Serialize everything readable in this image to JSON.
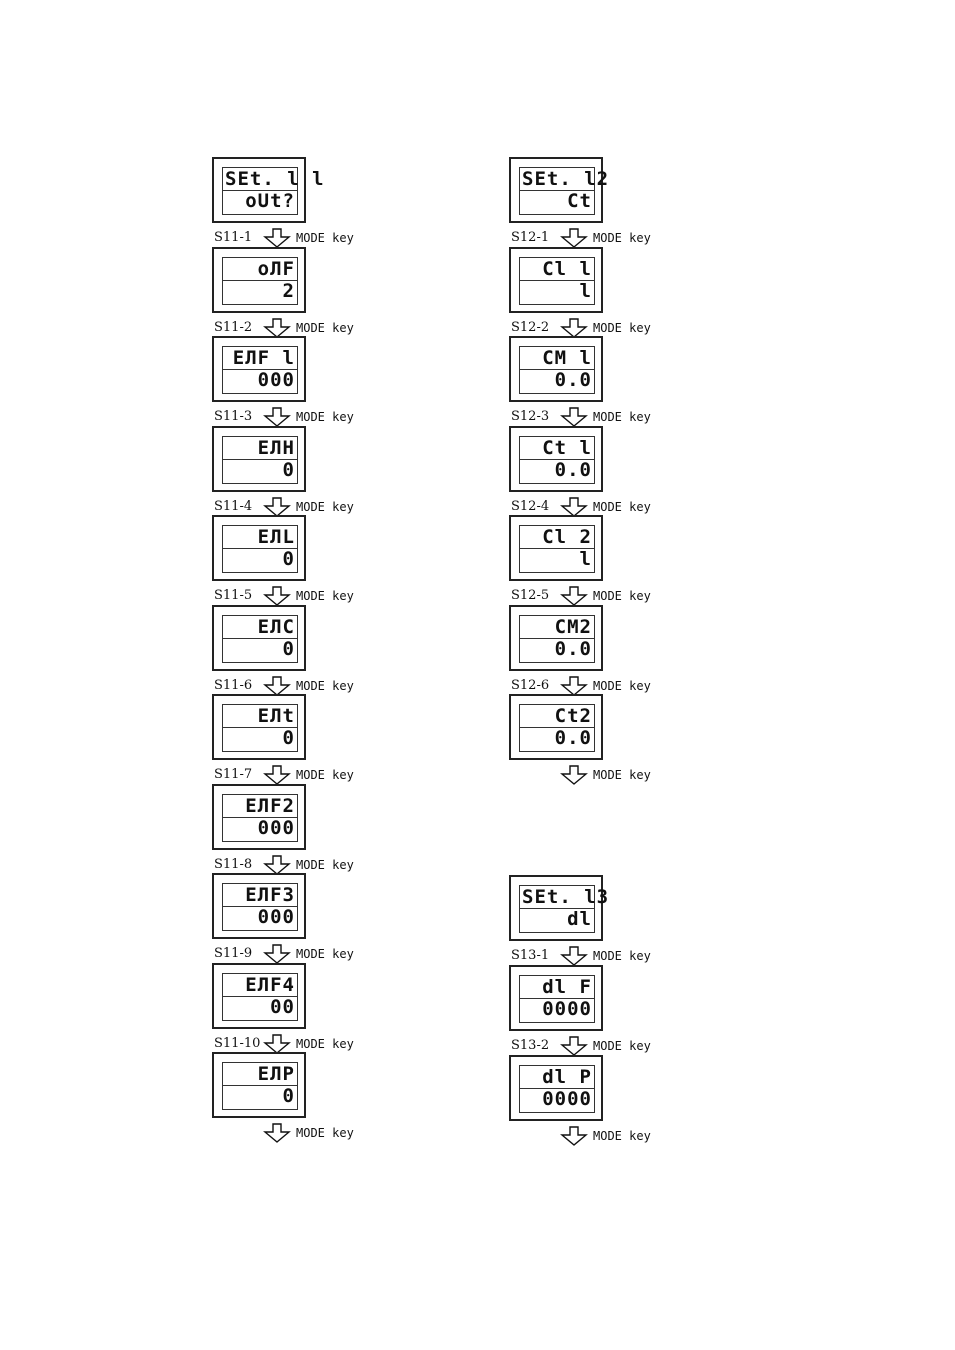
{
  "left_column": [
    {
      "top": "SEt. l l",
      "bottom": "oUt?",
      "top_align": "left",
      "step": "S11-1",
      "action": "MODE key"
    },
    {
      "top": "oЛF",
      "bottom": "2",
      "step": "S11-2",
      "action": "MODE key"
    },
    {
      "top": "EЛF l",
      "bottom": "000",
      "step": "S11-3",
      "action": "MODE key"
    },
    {
      "top": "EЛH",
      "bottom": "0",
      "step": "S11-4",
      "action": "MODE key"
    },
    {
      "top": "EЛL",
      "bottom": "0",
      "step": "S11-5",
      "action": "MODE key"
    },
    {
      "top": "EЛC",
      "bottom": "0",
      "step": "S11-6",
      "action": "MODE key"
    },
    {
      "top": "EЛt",
      "bottom": "0",
      "step": "S11-7",
      "action": "MODE key"
    },
    {
      "top": "EЛF2",
      "bottom": "000",
      "step": "S11-8",
      "action": "MODE key"
    },
    {
      "top": "EЛF3",
      "bottom": "000",
      "step": "S11-9",
      "action": "MODE key"
    },
    {
      "top": "EЛF4",
      "bottom": "00",
      "step": "S11-10",
      "action": "MODE key"
    },
    {
      "top": "EЛP",
      "bottom": "0",
      "step": "",
      "action": "MODE key"
    }
  ],
  "right_column_a": [
    {
      "top": "SEt. l2",
      "bottom": "Ct",
      "top_align": "left",
      "step": "S12-1",
      "action": "MODE key"
    },
    {
      "top": "Cl l",
      "bottom": "l",
      "step": "S12-2",
      "action": "MODE key"
    },
    {
      "top": "CM l",
      "bottom": "0.0",
      "step": "S12-3",
      "action": "MODE key"
    },
    {
      "top": "Ct l",
      "bottom": "0.0",
      "step": "S12-4",
      "action": "MODE key"
    },
    {
      "top": "Cl 2",
      "bottom": "l",
      "step": "S12-5",
      "action": "MODE key"
    },
    {
      "top": "CM2",
      "bottom": "0.0",
      "step": "S12-6",
      "action": "MODE key"
    },
    {
      "top": "Ct2",
      "bottom": "0.0",
      "step": "",
      "action": "MODE key"
    }
  ],
  "right_column_b": [
    {
      "top": "SEt. l3",
      "bottom": "dl",
      "top_align": "left",
      "step": "S13-1",
      "action": "MODE key"
    },
    {
      "top": "dl F",
      "bottom": "0000",
      "step": "S13-2",
      "action": "MODE key"
    },
    {
      "top": "dl P",
      "bottom": "0000",
      "step": "",
      "action": "MODE key"
    }
  ]
}
